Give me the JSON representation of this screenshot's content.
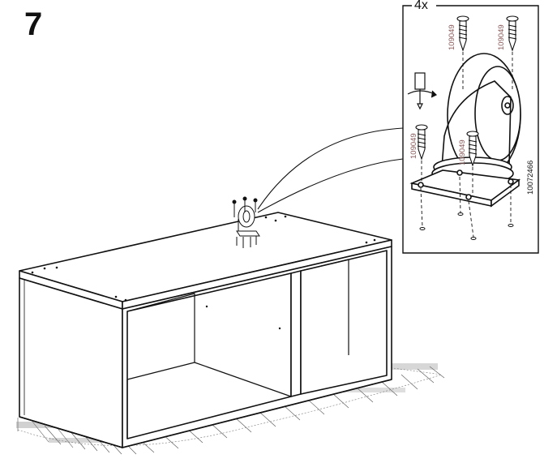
{
  "step": {
    "number": "7"
  },
  "detail": {
    "quantity": "4x",
    "part_labels": [
      "109049",
      "109049",
      "109049",
      "109049"
    ],
    "article_number": "10072466"
  }
}
